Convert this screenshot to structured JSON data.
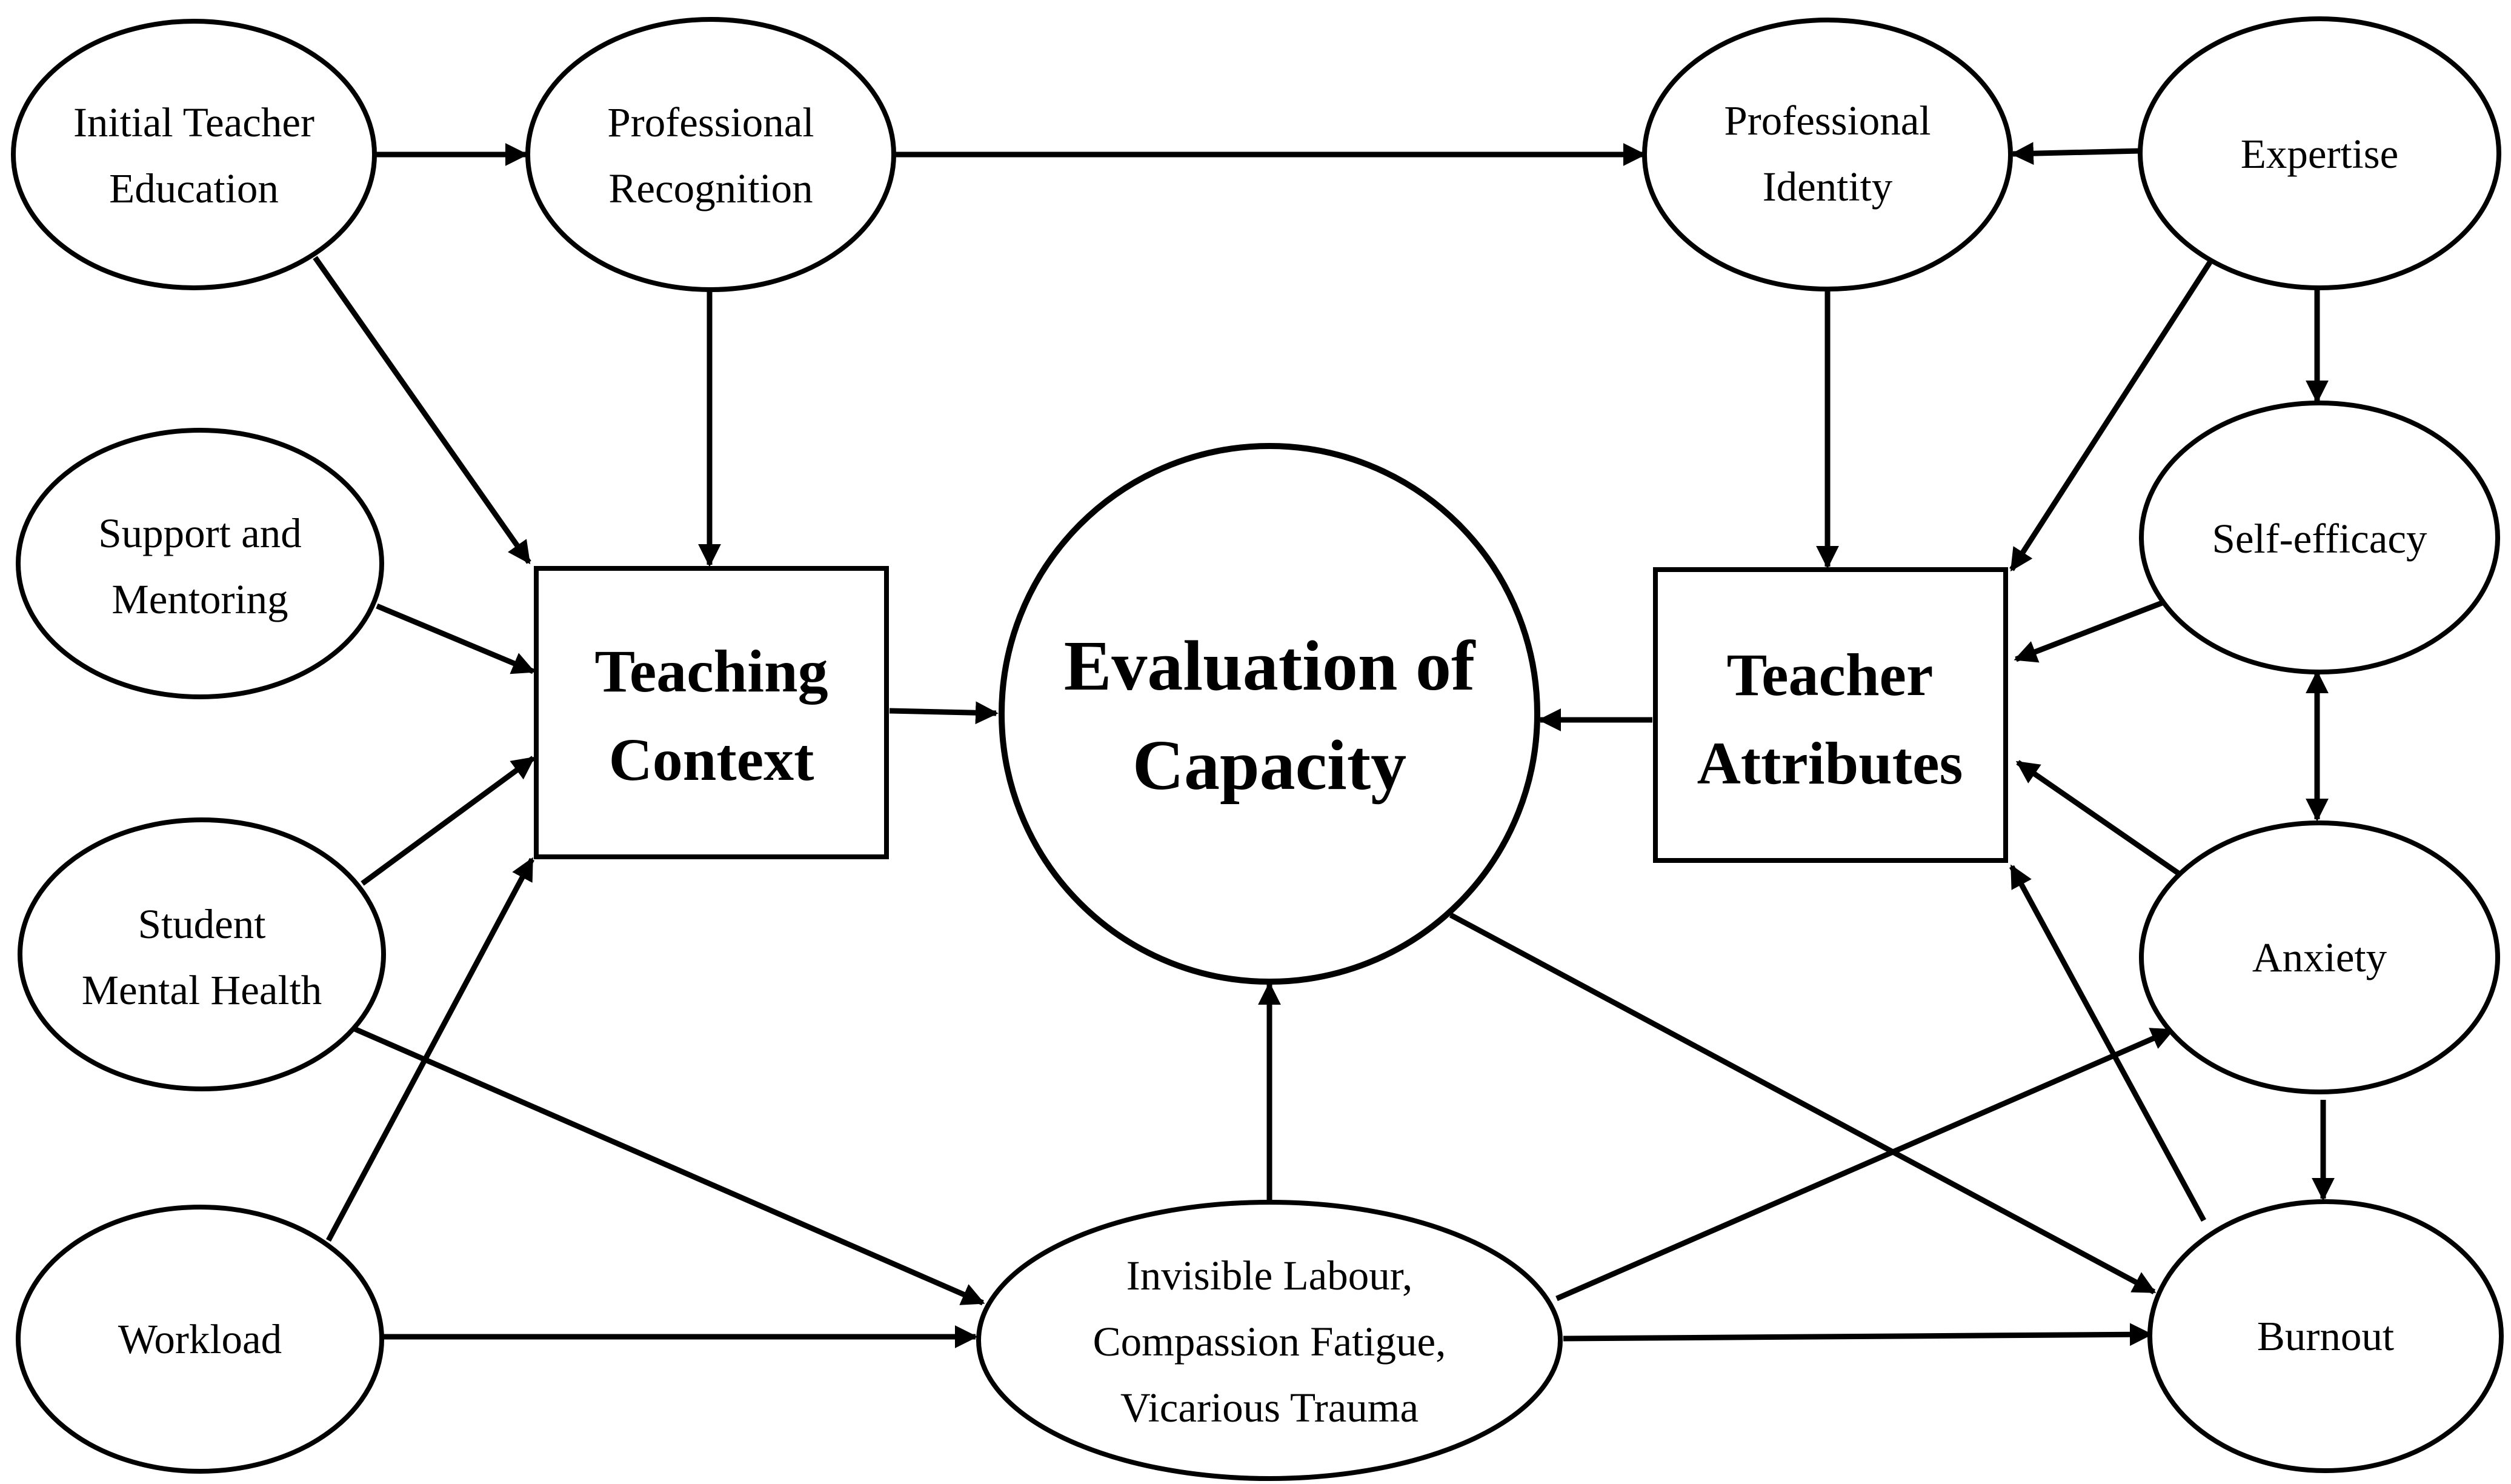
{
  "nodes": {
    "initial_teacher_education": {
      "line1": "Initial Teacher",
      "line2": "Education"
    },
    "professional_recognition": {
      "line1": "Professional",
      "line2": "Recognition"
    },
    "professional_identity": {
      "line1": "Professional",
      "line2": "Identity"
    },
    "expertise": {
      "line1": "Expertise"
    },
    "support_and_mentoring": {
      "line1": "Support and",
      "line2": "Mentoring"
    },
    "self_efficacy": {
      "line1": "Self-efficacy"
    },
    "teaching_context": {
      "line1": "Teaching",
      "line2": "Context"
    },
    "evaluation_of_capacity": {
      "line1": "Evaluation of",
      "line2": "Capacity"
    },
    "teacher_attributes": {
      "line1": "Teacher",
      "line2": "Attributes"
    },
    "student_mental_health": {
      "line1": "Student",
      "line2": "Mental Health"
    },
    "anxiety": {
      "line1": "Anxiety"
    },
    "workload": {
      "line1": "Workload"
    },
    "invisible_labour": {
      "line1": "Invisible Labour,",
      "line2": "Compassion Fatigue,",
      "line3": "Vicarious Trauma"
    },
    "burnout": {
      "line1": "Burnout"
    }
  },
  "edges": [
    {
      "from": "initial_teacher_education",
      "to": "professional_recognition"
    },
    {
      "from": "professional_recognition",
      "to": "professional_identity"
    },
    {
      "from": "expertise",
      "to": "professional_identity"
    },
    {
      "from": "initial_teacher_education",
      "to": "teaching_context"
    },
    {
      "from": "professional_recognition",
      "to": "teaching_context"
    },
    {
      "from": "support_and_mentoring",
      "to": "teaching_context"
    },
    {
      "from": "student_mental_health",
      "to": "teaching_context"
    },
    {
      "from": "workload",
      "to": "teaching_context"
    },
    {
      "from": "teaching_context",
      "to": "evaluation_of_capacity"
    },
    {
      "from": "teacher_attributes",
      "to": "evaluation_of_capacity"
    },
    {
      "from": "professional_identity",
      "to": "teacher_attributes"
    },
    {
      "from": "expertise",
      "to": "teacher_attributes"
    },
    {
      "from": "expertise",
      "to": "self_efficacy"
    },
    {
      "from": "self_efficacy",
      "to": "teacher_attributes"
    },
    {
      "from": "self_efficacy",
      "to": "anxiety",
      "bidirectional": true
    },
    {
      "from": "anxiety",
      "to": "teacher_attributes"
    },
    {
      "from": "anxiety",
      "to": "burnout"
    },
    {
      "from": "burnout",
      "to": "teacher_attributes"
    },
    {
      "from": "student_mental_health",
      "to": "invisible_labour"
    },
    {
      "from": "workload",
      "to": "invisible_labour"
    },
    {
      "from": "invisible_labour",
      "to": "evaluation_of_capacity"
    },
    {
      "from": "invisible_labour",
      "to": "anxiety"
    },
    {
      "from": "invisible_labour",
      "to": "burnout"
    },
    {
      "from": "evaluation_of_capacity",
      "to": "burnout"
    }
  ]
}
